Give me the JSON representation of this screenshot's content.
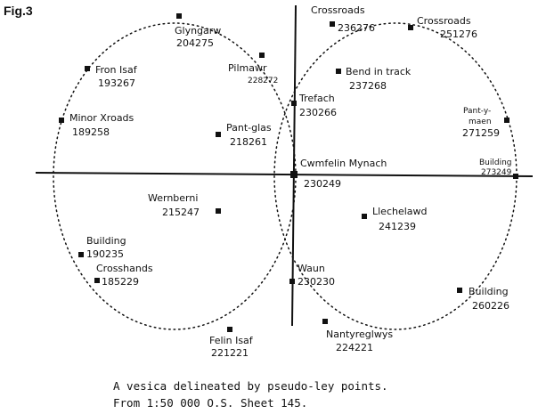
{
  "figure_label": "Fig.3",
  "points": [
    {
      "id": "glyngarw",
      "name": "Glyngarw",
      "ref": "204275"
    },
    {
      "id": "crossroads-1",
      "name": "Crossroads",
      "ref": "236276"
    },
    {
      "id": "crossroads-2",
      "name": "Crossroads",
      "ref": "251276"
    },
    {
      "id": "fron-isaf",
      "name": "Fron Isaf",
      "ref": "193267"
    },
    {
      "id": "pilmawr",
      "name": "Pilmawr",
      "ref": "228272"
    },
    {
      "id": "bend-in-track",
      "name": "Bend in track",
      "ref": "237268"
    },
    {
      "id": "trefach",
      "name": "Trefach",
      "ref": "230266"
    },
    {
      "id": "pant-y-maen",
      "name": "Pant-y-maen",
      "name_line1": "Pant-y-",
      "name_line2": "maen",
      "ref": "271259"
    },
    {
      "id": "minor-xroads",
      "name": "Minor Xroads",
      "ref": "189258"
    },
    {
      "id": "pant-glas",
      "name": "Pant-glas",
      "ref": "218261"
    },
    {
      "id": "cwmfelin-mynach",
      "name": "Cwmfelin Mynach",
      "ref": "230249"
    },
    {
      "id": "building-east",
      "name": "Building",
      "ref": "273249"
    },
    {
      "id": "wernberni",
      "name": "Wernberni",
      "ref": "215247"
    },
    {
      "id": "llechelawd",
      "name": "Llechelawd",
      "ref": "241239"
    },
    {
      "id": "building-west",
      "name": "Building",
      "ref": "190235"
    },
    {
      "id": "crosshands",
      "name": "Crosshands",
      "ref": "185229"
    },
    {
      "id": "waun",
      "name": "Waun",
      "ref": "230230"
    },
    {
      "id": "building-south",
      "name": "Building",
      "ref": "260226"
    },
    {
      "id": "felin-isaf",
      "name": "Felin Isaf",
      "ref": "221221"
    },
    {
      "id": "nantyreglwys",
      "name": "Nantyreglwys",
      "ref": "224221"
    }
  ],
  "caption": {
    "line1": "A vesica delineated by pseudo-ley points.",
    "line2": "From 1:50 000 O.S. Sheet 145."
  }
}
